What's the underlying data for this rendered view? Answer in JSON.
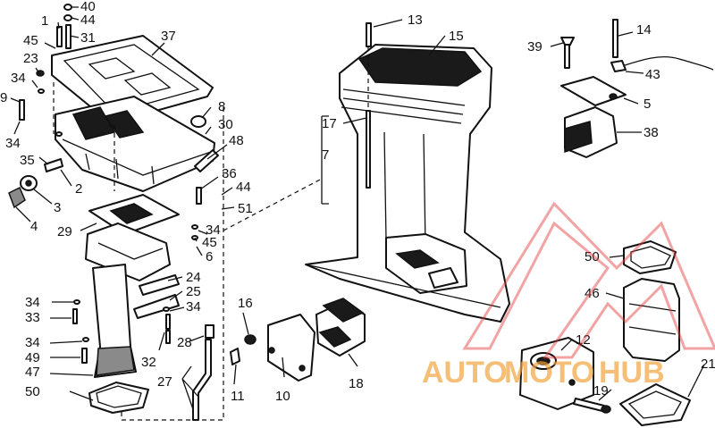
{
  "watermark": {
    "text_auto": "AUTO",
    "text_moto": "MOTO",
    "text_hub": "HUB",
    "color_red": "#e23b3b",
    "color_orange": "#f2a23a"
  },
  "callouts": [
    {
      "id": "40",
      "text": "40"
    },
    {
      "id": "44a",
      "text": "44"
    },
    {
      "id": "1",
      "text": "1"
    },
    {
      "id": "45a",
      "text": "45"
    },
    {
      "id": "31",
      "text": "31"
    },
    {
      "id": "37",
      "text": "37"
    },
    {
      "id": "23",
      "text": "23"
    },
    {
      "id": "34a",
      "text": "34"
    },
    {
      "id": "9",
      "text": "9"
    },
    {
      "id": "34b",
      "text": "34"
    },
    {
      "id": "35",
      "text": "35"
    },
    {
      "id": "2",
      "text": "2"
    },
    {
      "id": "3",
      "text": "3"
    },
    {
      "id": "4",
      "text": "4"
    },
    {
      "id": "8",
      "text": "8"
    },
    {
      "id": "30",
      "text": "30"
    },
    {
      "id": "48",
      "text": "48"
    },
    {
      "id": "36",
      "text": "36"
    },
    {
      "id": "44b",
      "text": "44"
    },
    {
      "id": "51",
      "text": "51"
    },
    {
      "id": "29",
      "text": "29"
    },
    {
      "id": "34c",
      "text": "34"
    },
    {
      "id": "45b",
      "text": "45"
    },
    {
      "id": "6",
      "text": "6"
    },
    {
      "id": "24",
      "text": "24"
    },
    {
      "id": "25",
      "text": "25"
    },
    {
      "id": "34d",
      "text": "34"
    },
    {
      "id": "33",
      "text": "33"
    },
    {
      "id": "34e",
      "text": "34"
    },
    {
      "id": "34f",
      "text": "34"
    },
    {
      "id": "49",
      "text": "49"
    },
    {
      "id": "47",
      "text": "47"
    },
    {
      "id": "50a",
      "text": "50"
    },
    {
      "id": "32",
      "text": "32"
    },
    {
      "id": "28",
      "text": "28"
    },
    {
      "id": "27",
      "text": "27"
    },
    {
      "id": "16",
      "text": "16"
    },
    {
      "id": "11",
      "text": "11"
    },
    {
      "id": "10",
      "text": "10"
    },
    {
      "id": "18",
      "text": "18"
    },
    {
      "id": "13",
      "text": "13"
    },
    {
      "id": "15",
      "text": "15"
    },
    {
      "id": "17",
      "text": "17"
    },
    {
      "id": "7",
      "text": "7"
    },
    {
      "id": "14",
      "text": "14"
    },
    {
      "id": "39",
      "text": "39"
    },
    {
      "id": "43",
      "text": "43"
    },
    {
      "id": "5",
      "text": "5"
    },
    {
      "id": "38",
      "text": "38"
    },
    {
      "id": "50b",
      "text": "50"
    },
    {
      "id": "46",
      "text": "46"
    },
    {
      "id": "12",
      "text": "12"
    },
    {
      "id": "21",
      "text": "21"
    },
    {
      "id": "19",
      "text": "19"
    }
  ]
}
